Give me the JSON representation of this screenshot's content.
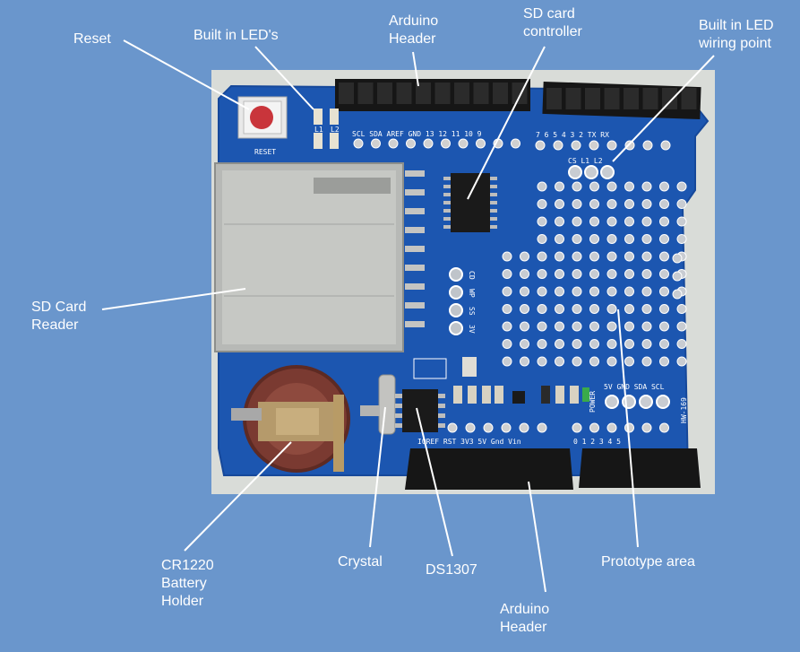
{
  "labels": {
    "reset": [
      "Reset"
    ],
    "builtin_leds": [
      "Built in LED's"
    ],
    "arduino_header_top": [
      "Arduino",
      "Header"
    ],
    "sd_card_controller": [
      "SD card",
      "controller"
    ],
    "builtin_led_wiring": [
      "Built in LED",
      "wiring point"
    ],
    "sd_card_reader": [
      "SD Card",
      "Reader"
    ],
    "battery_holder": [
      "CR1220",
      "Battery",
      "Holder"
    ],
    "crystal": [
      "Crystal"
    ],
    "ds1307": [
      "DS1307"
    ],
    "arduino_header_bottom": [
      "Arduino",
      "Header"
    ],
    "prototype_area": [
      "Prototype area"
    ]
  },
  "silkscreen": {
    "reset": "RESET",
    "l1": "L1",
    "l2": "L2",
    "top_pins": "SCL SDA AREF GND 13  12  11  10  9",
    "top_pins_right": "7  6  5  4  3  2  TX  RX",
    "cs_l1_l2": "CS  L1  L2",
    "spi": [
      "CD",
      "WP",
      "SS",
      "3V"
    ],
    "power_pins": "IOREF RST 3V3  5V  Gnd  Vin",
    "analog_pins": "0   1   2   3   4   5",
    "i2c_pins": "5V GND SDA SCL",
    "power": "POWER",
    "model": "HW-169"
  },
  "colors": {
    "background": "#6a96cc",
    "pcb": "#1c56b0",
    "label": "#ffffff",
    "leader_line": "#ffffff"
  }
}
